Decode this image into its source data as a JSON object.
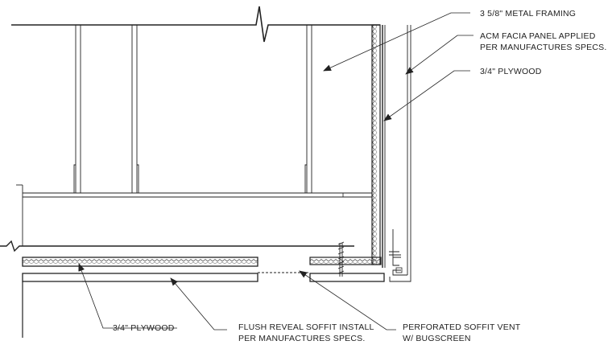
{
  "colors": {
    "ink": "#222222",
    "background": "#ffffff"
  },
  "labels": {
    "metal_framing": "3 5/8\" METAL FRAMING",
    "acm_panel_line1": "ACM FACIA PANEL APPLIED",
    "acm_panel_line2": "PER MANUFACTURES SPECS.",
    "plywood_top": "3/4\" PLYWOOD",
    "plywood_bottom": "3/4\" PLYWOOD",
    "flush_reveal_line1": "FLUSH REVEAL SOFFIT INSTALL",
    "flush_reveal_line2": "PER MANUFACTURES SPECS.",
    "soffit_vent_line1": "PERFORATED SOFFIT VENT",
    "soffit_vent_line2": "W/ BUGSCREEN"
  }
}
